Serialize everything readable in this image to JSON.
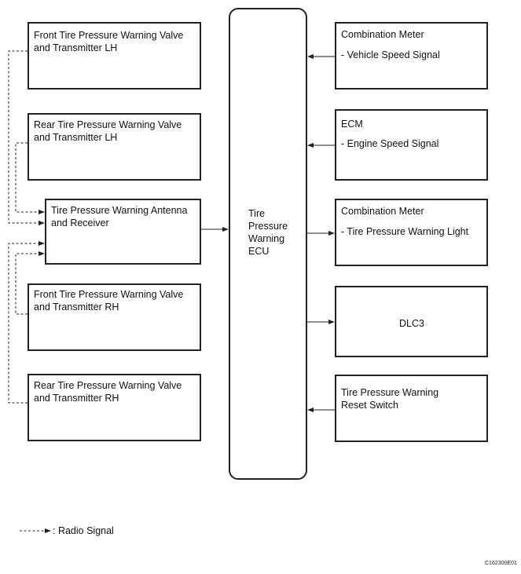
{
  "left": {
    "front_lh": {
      "line1": "Front Tire Pressure Warning Valve",
      "line2": "and Transmitter LH"
    },
    "rear_lh": {
      "line1": "Rear Tire Pressure Warning Valve",
      "line2": "and Transmitter LH"
    },
    "receiver": {
      "line1": "Tire Pressure Warning Antenna",
      "line2": "and Receiver"
    },
    "front_rh": {
      "line1": "Front Tire Pressure Warning Valve",
      "line2": "and Transmitter RH"
    },
    "rear_rh": {
      "line1": "Rear Tire Pressure Warning Valve",
      "line2": "and Transmitter RH"
    }
  },
  "ecu": {
    "line1": "Tire",
    "line2": "Pressure",
    "line3": "Warning",
    "line4": "ECU"
  },
  "right": {
    "combo_speed": {
      "line1": "Combination Meter",
      "line2": "- Vehicle Speed Signal"
    },
    "ecm": {
      "line1": "ECM",
      "line2": "- Engine Speed Signal"
    },
    "combo_light": {
      "line1": "Combination Meter",
      "line2": "- Tire Pressure Warning Light"
    },
    "dlc3": {
      "line1": "DLC3"
    },
    "reset": {
      "line1": "Tire Pressure Warning",
      "line2": "Reset Switch"
    }
  },
  "legend": {
    "label": ": Radio Signal"
  },
  "figure_code": "C162300E01"
}
